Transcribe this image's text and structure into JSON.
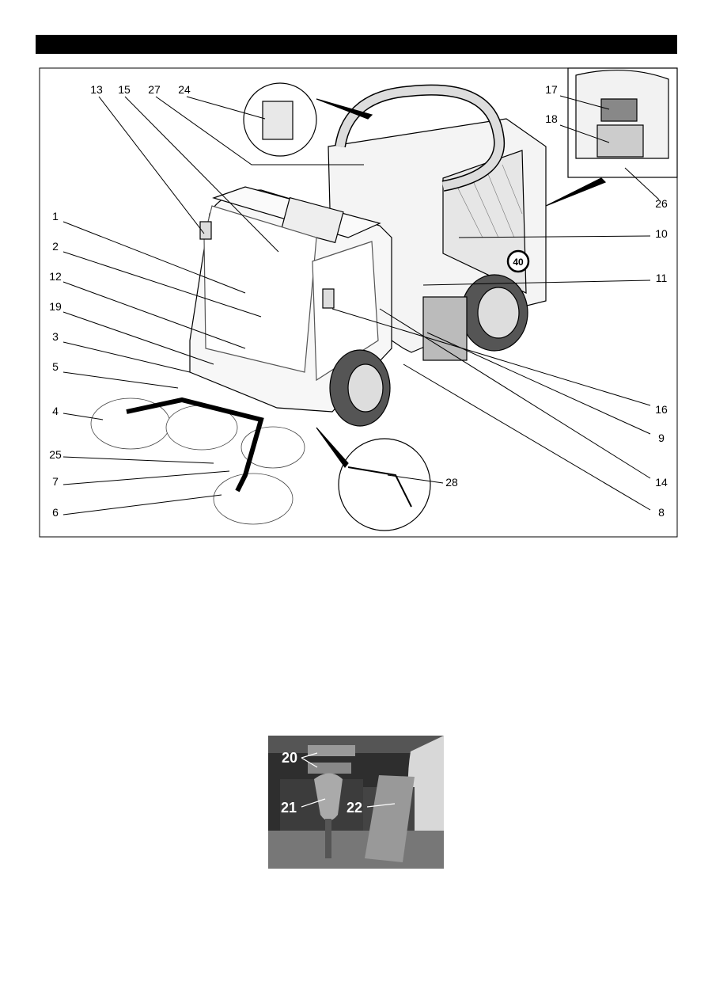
{
  "callouts": [
    "13",
    "15",
    "27",
    "24",
    "17",
    "18",
    "26",
    "1",
    "10",
    "2",
    "12",
    "11",
    "19",
    "3",
    "5",
    "16",
    "4",
    "9",
    "25",
    "7",
    "28",
    "14",
    "6",
    "8"
  ],
  "speed_sign": "40",
  "photo": {
    "labels": [
      "20",
      "21",
      "22"
    ]
  }
}
